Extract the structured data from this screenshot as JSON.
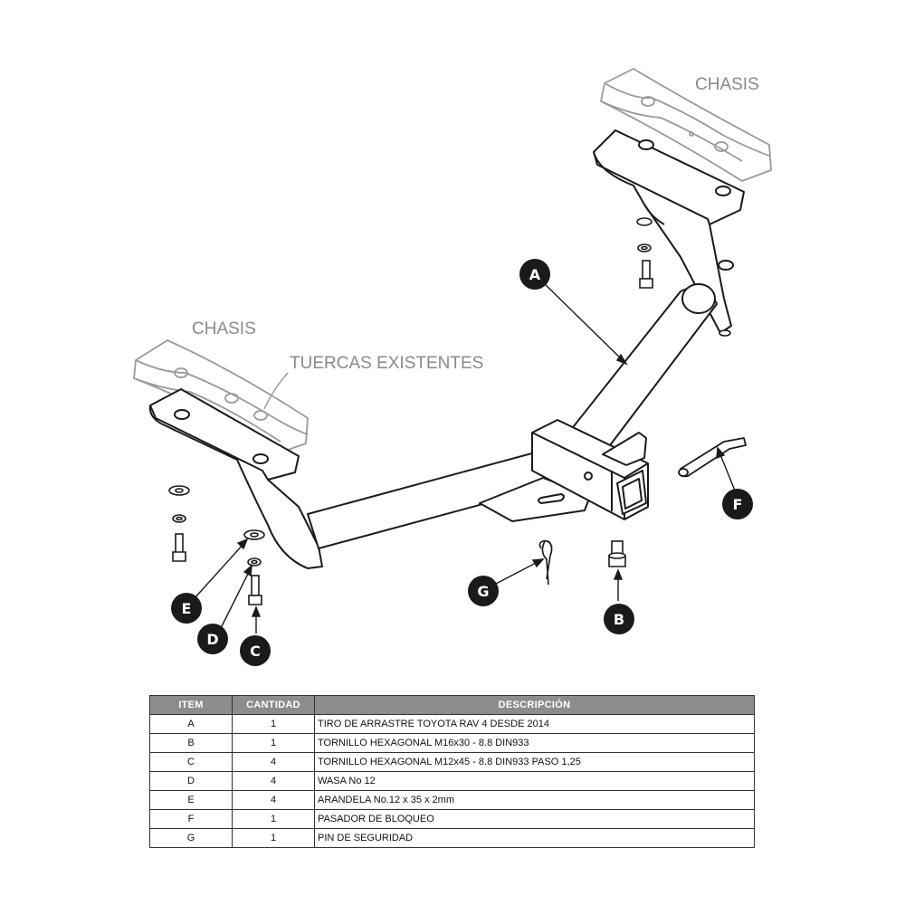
{
  "labels": {
    "chasis_right": "CHASIS",
    "chasis_left": "CHASIS",
    "tuercas": "TUERCAS EXISTENTES"
  },
  "callouts": {
    "A": "A",
    "B": "B",
    "C": "C",
    "D": "D",
    "E": "E",
    "F": "F",
    "G": "G"
  },
  "table": {
    "headers": [
      "ITEM",
      "CANTIDAD",
      "DESCRIPCIÓN"
    ],
    "rows": [
      [
        "A",
        "1",
        "TIRO DE ARRASTRE TOYOTA RAV 4 DESDE 2014"
      ],
      [
        "B",
        "1",
        "TORNILLO  HEXAGONAL M16x30 - 8.8 DIN933"
      ],
      [
        "C",
        "4",
        "TORNILLO  HEXAGONAL M12x45 - 8.8 DIN933 PASO 1,25"
      ],
      [
        "D",
        "4",
        "WASA No 12"
      ],
      [
        "E",
        "4",
        "ARANDELA No.12 x 35 x 2mm"
      ],
      [
        "F",
        "1",
        "PASADOR DE BLOQUEO"
      ],
      [
        "G",
        "1",
        "PIN DE SEGURIDAD"
      ]
    ]
  },
  "colors": {
    "line": "#1a1a1a",
    "chassis_line": "#9a9a9a",
    "label_gray": "#8a8a8a",
    "callout_fill": "#1a1a1a",
    "table_header": "#8c8c8c"
  }
}
